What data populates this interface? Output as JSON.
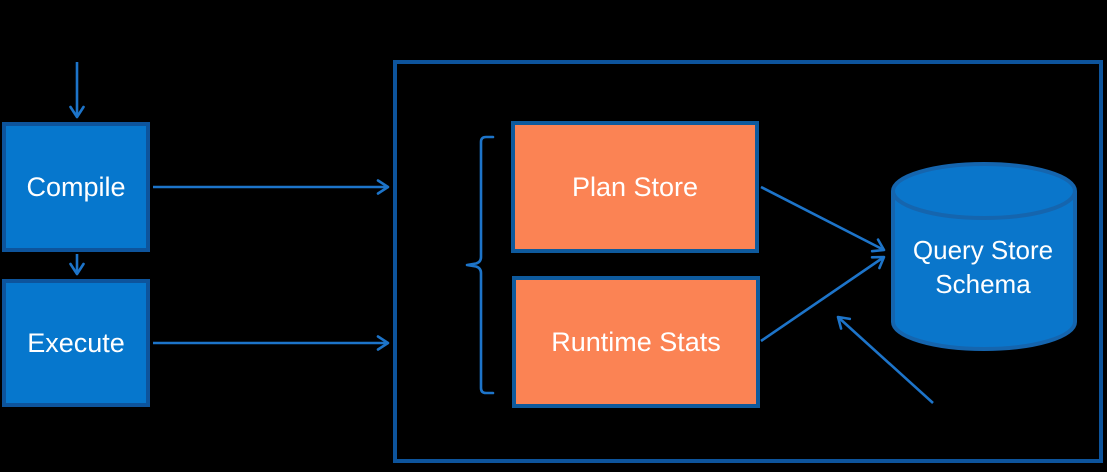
{
  "nodes": {
    "compile": {
      "label": "Compile"
    },
    "execute": {
      "label": "Execute"
    },
    "plan_store": {
      "label": "Plan Store"
    },
    "runtime_stats": {
      "label": "Runtime Stats"
    },
    "query_store_schema": {
      "label": "Query Store Schema"
    }
  },
  "icons": {
    "database_cylinder": "database-cylinder-icon",
    "brace": "left-curly-brace-icon"
  },
  "colors": {
    "background": "#000000",
    "process_box_fill": "#0677cd",
    "process_box_border": "#0d549c",
    "container_border": "#0d549c",
    "store_box_fill": "#fb8354",
    "store_box_border": "#0e5a9d",
    "cylinder_fill": "#0a76cb",
    "cylinder_border": "#1565ae",
    "arrow": "#1d74c9",
    "text": "#ffffff"
  }
}
